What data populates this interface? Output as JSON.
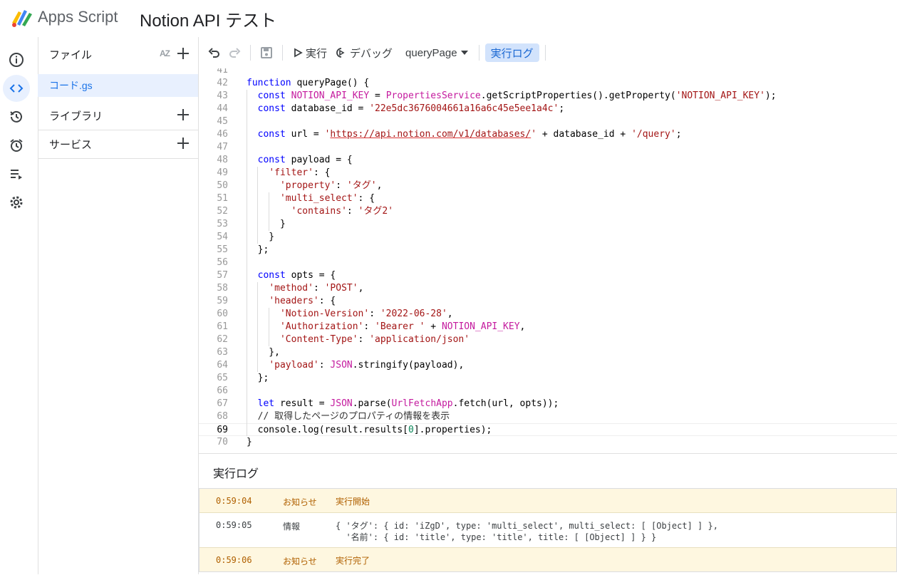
{
  "header": {
    "app_name": "Apps Script",
    "project_title": "Notion API テスト"
  },
  "rail": {
    "items": [
      "info-icon",
      "code-icon",
      "history-icon",
      "alarm-icon",
      "executions-icon",
      "settings-icon"
    ],
    "active": "code-icon"
  },
  "files_panel": {
    "files_label": "ファイル",
    "sort_label": "AZ",
    "file_name": "コード.gs",
    "libraries_label": "ライブラリ",
    "services_label": "サービス"
  },
  "toolbar": {
    "run_label": "実行",
    "debug_label": "デバッグ",
    "function_name": "queryPage",
    "log_label": "実行ログ"
  },
  "editor": {
    "current_line": 69,
    "lines": [
      {
        "n": 41,
        "t": ""
      },
      {
        "n": 42,
        "t": "function queryPage() {"
      },
      {
        "n": 43,
        "t": "  const NOTION_API_KEY = PropertiesService.getScriptProperties().getProperty('NOTION_API_KEY');"
      },
      {
        "n": 44,
        "t": "  const database_id = '22e5dc3676004661a16a6c45e5ee1a4c';"
      },
      {
        "n": 45,
        "t": ""
      },
      {
        "n": 46,
        "t": "  const url = 'https://api.notion.com/v1/databases/' + database_id + '/query';"
      },
      {
        "n": 47,
        "t": ""
      },
      {
        "n": 48,
        "t": "  const payload = {"
      },
      {
        "n": 49,
        "t": "    'filter': {"
      },
      {
        "n": 50,
        "t": "      'property': 'タグ',"
      },
      {
        "n": 51,
        "t": "      'multi_select': {"
      },
      {
        "n": 52,
        "t": "        'contains': 'タグ2'"
      },
      {
        "n": 53,
        "t": "      }"
      },
      {
        "n": 54,
        "t": "    }"
      },
      {
        "n": 55,
        "t": "  };"
      },
      {
        "n": 56,
        "t": ""
      },
      {
        "n": 57,
        "t": "  const opts = {"
      },
      {
        "n": 58,
        "t": "    'method': 'POST',"
      },
      {
        "n": 59,
        "t": "    'headers': {"
      },
      {
        "n": 60,
        "t": "      'Notion-Version': '2022-06-28',"
      },
      {
        "n": 61,
        "t": "      'Authorization': 'Bearer ' + NOTION_API_KEY,"
      },
      {
        "n": 62,
        "t": "      'Content-Type': 'application/json'"
      },
      {
        "n": 63,
        "t": "    },"
      },
      {
        "n": 64,
        "t": "    'payload': JSON.stringify(payload),"
      },
      {
        "n": 65,
        "t": "  };"
      },
      {
        "n": 66,
        "t": ""
      },
      {
        "n": 67,
        "t": "  let result = JSON.parse(UrlFetchApp.fetch(url, opts));"
      },
      {
        "n": 68,
        "t": "  // 取得したページのプロパティの情報を表示"
      },
      {
        "n": 69,
        "t": "  console.log(result.results[0].properties);"
      },
      {
        "n": 70,
        "t": "}"
      }
    ]
  },
  "log_panel": {
    "title": "実行ログ",
    "entries": [
      {
        "time": "0:59:04",
        "level": "お知らせ",
        "message": "実行開始",
        "type": "notice"
      },
      {
        "time": "0:59:05",
        "level": "情報",
        "message": "{ 'タグ': { id: 'iZgD', type: 'multi_select', multi_select: [ [Object] ] },\n  '名前': { id: 'title', type: 'title', title: [ [Object] ] } }",
        "type": "info"
      },
      {
        "time": "0:59:06",
        "level": "お知らせ",
        "message": "実行完了",
        "type": "notice"
      }
    ]
  },
  "colors": {
    "accent": "#1a73e8",
    "notice_bg": "#fef7e0",
    "keyword": "#0000ff",
    "string": "#a31515",
    "object": "#c41a9e"
  }
}
